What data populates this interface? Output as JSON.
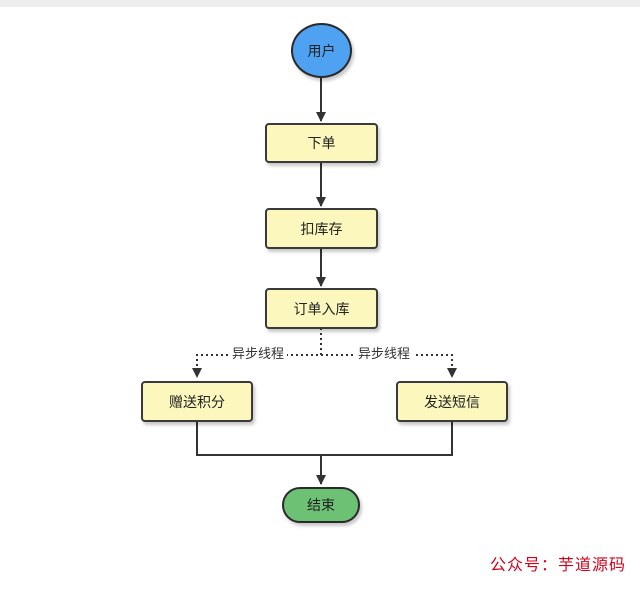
{
  "nodes": {
    "user": "用户",
    "place_order": "下单",
    "deduct_stock": "扣库存",
    "order_to_db": "订单入库",
    "gift_points": "赠送积分",
    "send_sms": "发送短信",
    "end": "结束"
  },
  "edges": {
    "async_left_label": "异步线程",
    "async_right_label": "异步线程"
  },
  "watermark": "公众号：芋道源码",
  "colors": {
    "start_node": "#4fa1f2",
    "process_node": "#fbf7bd",
    "end_node": "#6cc174",
    "watermark": "#d0021b"
  }
}
